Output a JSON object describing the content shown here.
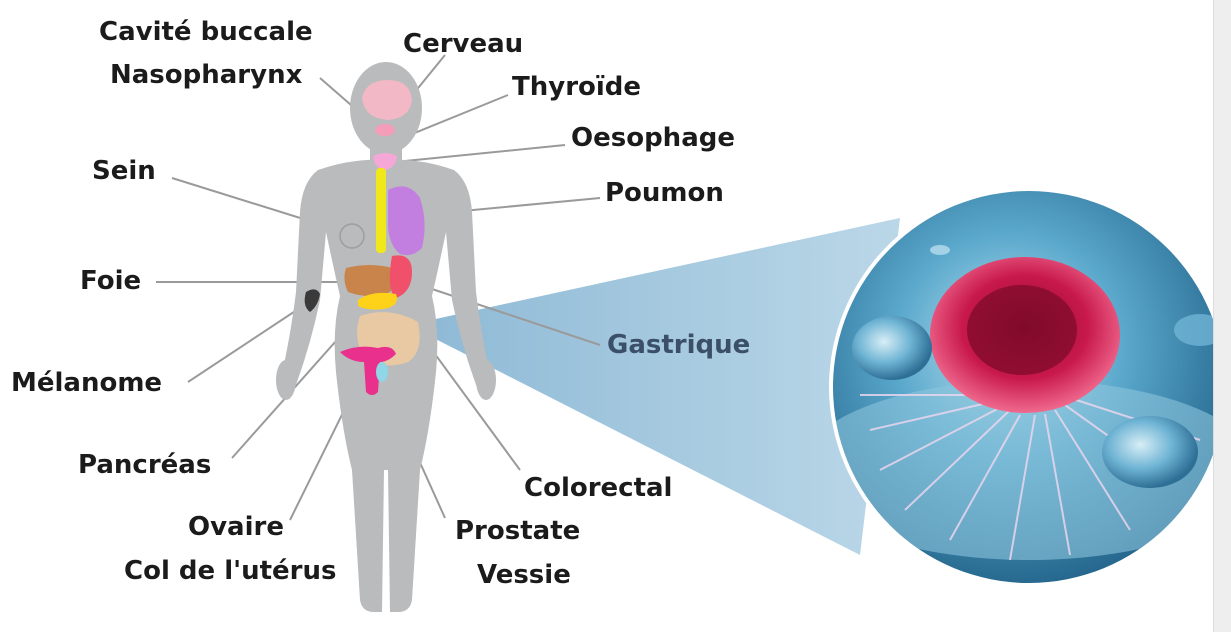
{
  "labels": {
    "oral_cavity": "Cavité buccale",
    "nasopharynx": "Nasopharynx",
    "brain": "Cerveau",
    "thyroid": "Thyroïde",
    "esophagus": "Oesophage",
    "breast": "Sein",
    "lung": "Poumon",
    "liver": "Foie",
    "gastric": "Gastrique",
    "melanoma": "Mélanome",
    "pancreas": "Pancréas",
    "colorectal": "Colorectal",
    "ovary": "Ovaire",
    "cervix": "Col de l'utérus",
    "prostate": "Prostate",
    "bladder": "Vessie"
  },
  "colors": {
    "body": "#b9bbbc",
    "brain": "#f2b8c6",
    "thyroid": "#f5a8d8",
    "esophagus": "#f0e81a",
    "lung": "#c37fe0",
    "liver": "#c8844a",
    "stomach": "#f0506a",
    "pancreas": "#ffd21a",
    "intestine": "#e9c9a4",
    "uterus": "#e8308c",
    "bladder": "#8fd6e6",
    "cone": "#9fc4dc",
    "leader_lines": "#9a9a9a",
    "highlight_label": "#3b5068",
    "cell_tumor": "#c21a4a",
    "cell_background": "#2d7aa6"
  }
}
